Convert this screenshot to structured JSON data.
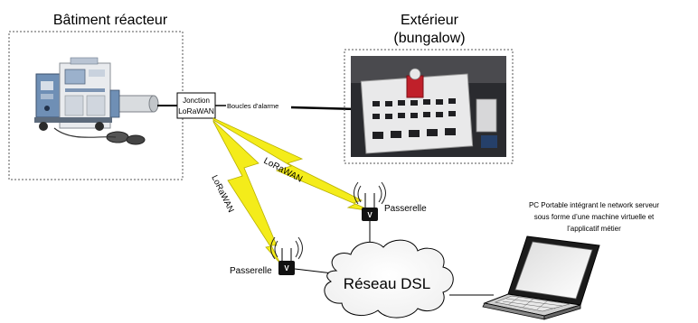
{
  "labels": {
    "reactor_building": "Bâtiment réacteur",
    "exterior_line1": "Extérieur",
    "exterior_line2": "(bungalow)",
    "junction_line1": "Jonction",
    "junction_line2": "LoRaWAN",
    "alarm_loops": "Boucles d'alarme",
    "lorawan_right": "LoRaWAN",
    "lorawan_left": "LoRaWAN",
    "gateway_right": "Passerelle",
    "gateway_left": "Passerelle",
    "gateway_badge": "V",
    "network": "Réseau DSL",
    "pc_line1": "PC Portable intégrant le network serveur",
    "pc_line2": "sous forme d’une machine virtuelle et",
    "pc_line3": "l’applicatif métier"
  },
  "colors": {
    "lightning": "#f4ec1a",
    "lightning_outline": "#b8b000",
    "dashed_border": "#555555"
  }
}
